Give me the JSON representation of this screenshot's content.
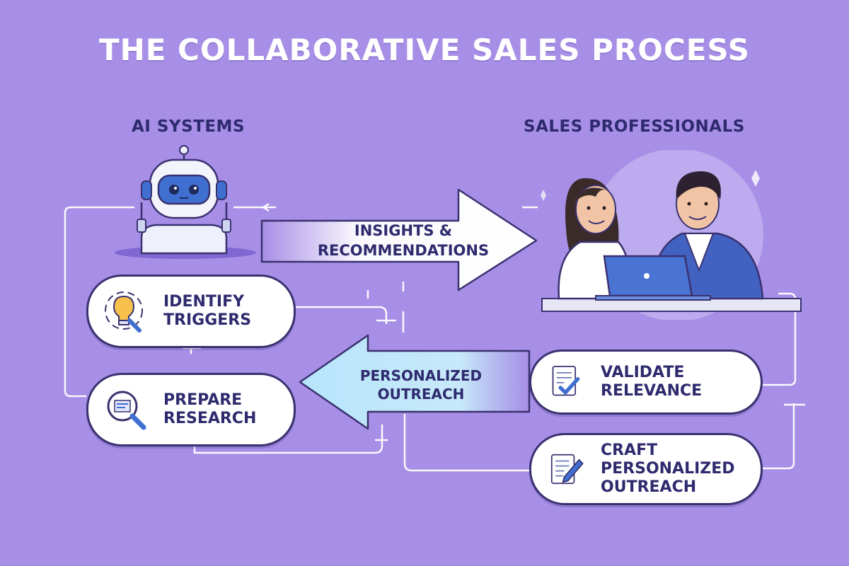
{
  "title": "THE COLLABORATIVE SALES PROCESS",
  "columns": {
    "ai": "AI SYSTEMS",
    "sales": "SALES PROFESSIONALS"
  },
  "arrows": {
    "insights": {
      "line1": "INSIGHTS &",
      "line2": "RECOMMENDATIONS"
    },
    "outreach": {
      "line1": "PERSONALIZED",
      "line2": "OUTREACH"
    }
  },
  "ai_steps": [
    {
      "line1": "IDENTIFY",
      "line2": "TRIGGERS",
      "icon": "lightbulb-icon"
    },
    {
      "line1": "PREPARE",
      "line2": "RESEARCH",
      "icon": "magnifier-icon"
    }
  ],
  "sales_steps": [
    {
      "line1": "VALIDATE",
      "line2": "RELEVANCE",
      "icon": "checklist-icon"
    },
    {
      "line1": "CRAFT",
      "line2": "PERSONALIZED",
      "line3": "OUTREACH",
      "icon": "pencil-document-icon"
    }
  ],
  "colors": {
    "background": "#a78ee6",
    "ink": "#2e2a6e",
    "title": "#ffffff",
    "accent_blue": "#3f6fd1",
    "outreach_arrow": "#bfe9fb"
  }
}
